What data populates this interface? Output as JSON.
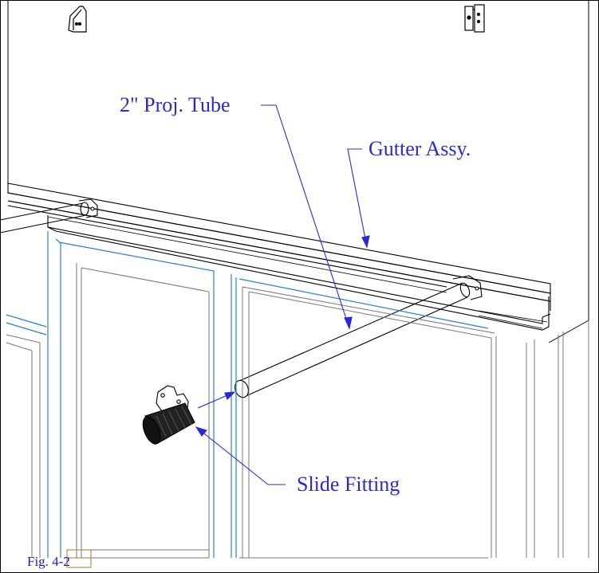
{
  "figure": {
    "caption": "Fig. 4-2"
  },
  "callouts": {
    "projection_tube": "2\" Proj. Tube",
    "gutter_assembly": "Gutter Assy.",
    "slide_fitting": "Slide Fitting"
  },
  "colors": {
    "callout_text": "#2a2ad4",
    "leader_line": "#2a2ad4",
    "frame_line": "#2b7fd6",
    "drawing_line": "#000000",
    "light_line": "#9a9a9a"
  }
}
